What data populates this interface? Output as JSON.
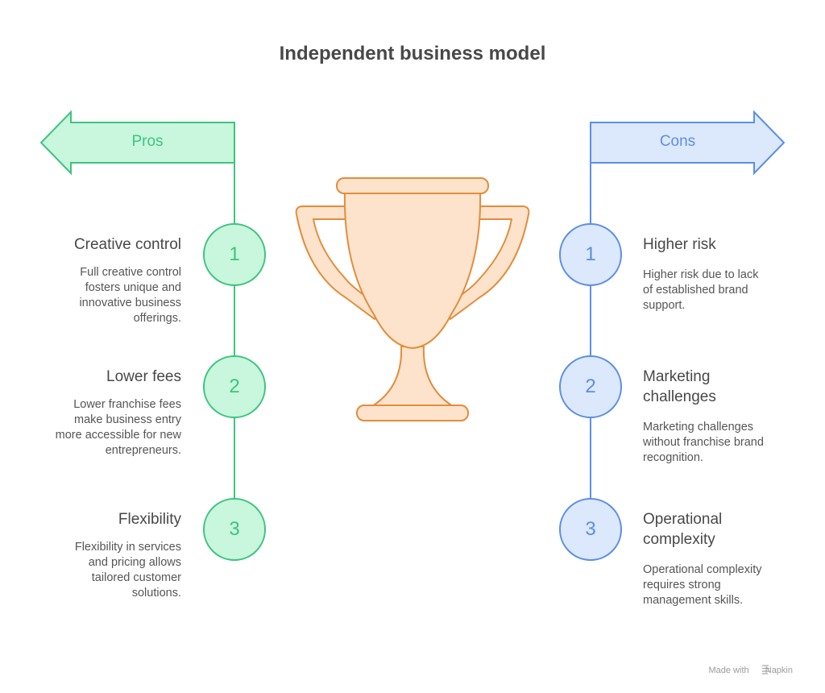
{
  "title": "Independent business model",
  "colors": {
    "pros_stroke": "#3ec47f",
    "pros_fill": "#c8f7dd",
    "pros_text": "#3ec47f",
    "cons_stroke": "#5b8fe6",
    "cons_fill": "#dce8fc",
    "cons_text": "#5b8fe6",
    "trophy_stroke": "#e38d3c",
    "trophy_fill": "#fde3cb"
  },
  "pros": {
    "label": "Pros",
    "items": [
      {
        "number": "1",
        "title": "Creative control",
        "description": [
          "Full creative control",
          "fosters unique and",
          "innovative business",
          "offerings."
        ]
      },
      {
        "number": "2",
        "title": "Lower fees",
        "description": [
          "Lower franchise fees",
          "make business entry",
          "more accessible for new",
          "entrepreneurs."
        ]
      },
      {
        "number": "3",
        "title": "Flexibility",
        "description": [
          "Flexibility in services",
          "and pricing allows",
          "tailored customer",
          "solutions."
        ]
      }
    ]
  },
  "cons": {
    "label": "Cons",
    "items": [
      {
        "number": "1",
        "title": [
          "Higher risk"
        ],
        "description": [
          "Higher risk due to lack",
          "of established brand",
          "support."
        ]
      },
      {
        "number": "2",
        "title": [
          "Marketing",
          "challenges"
        ],
        "description": [
          "Marketing challenges",
          "without franchise brand",
          "recognition."
        ]
      },
      {
        "number": "3",
        "title": [
          "Operational",
          "complexity"
        ],
        "description": [
          "Operational complexity",
          "requires strong",
          "management skills."
        ]
      }
    ]
  },
  "center_icon": "trophy-icon",
  "footer": {
    "prefix": "Made with",
    "brand": "Napkin",
    "icon": "napkin-logo-icon"
  }
}
